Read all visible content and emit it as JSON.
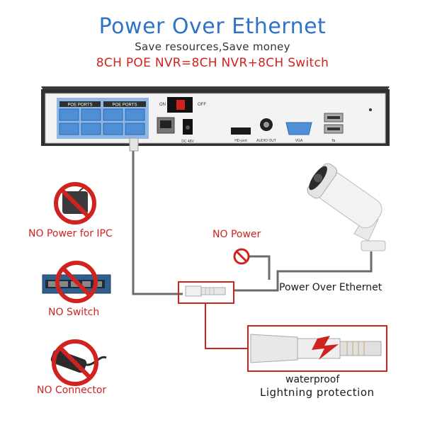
{
  "header": {
    "title": "Power Over Ethernet",
    "subtitle": "Save resources,Save money",
    "headline": "8CH POE NVR=8CH NVR+8CH Switch"
  },
  "nvr": {
    "poe_ports_label_1": "POE PORTS",
    "poe_ports_label_2": "POE PORTS",
    "on_label": "ON",
    "off_label": "OFF",
    "dc_label": "DC 48V",
    "hdmi_label": "HD-port",
    "audio_label": "AUDIO OUT",
    "vga_label": "VGA"
  },
  "notes": {
    "no_power_ipc": "NO Power for IPC",
    "no_switch": "NO Switch",
    "no_connector": "NO Connector",
    "no_power": "NO Power",
    "poe": "Power Over Ethernet",
    "waterproof": "waterproof",
    "lightning": "Lightning protection"
  },
  "colors": {
    "title_blue": "#2f73c9",
    "warning_red": "#d0231f",
    "cable_gray": "#6b6b6b",
    "nvr_dark": "#2b2b2b",
    "port_blue": "#4f8fd6"
  }
}
